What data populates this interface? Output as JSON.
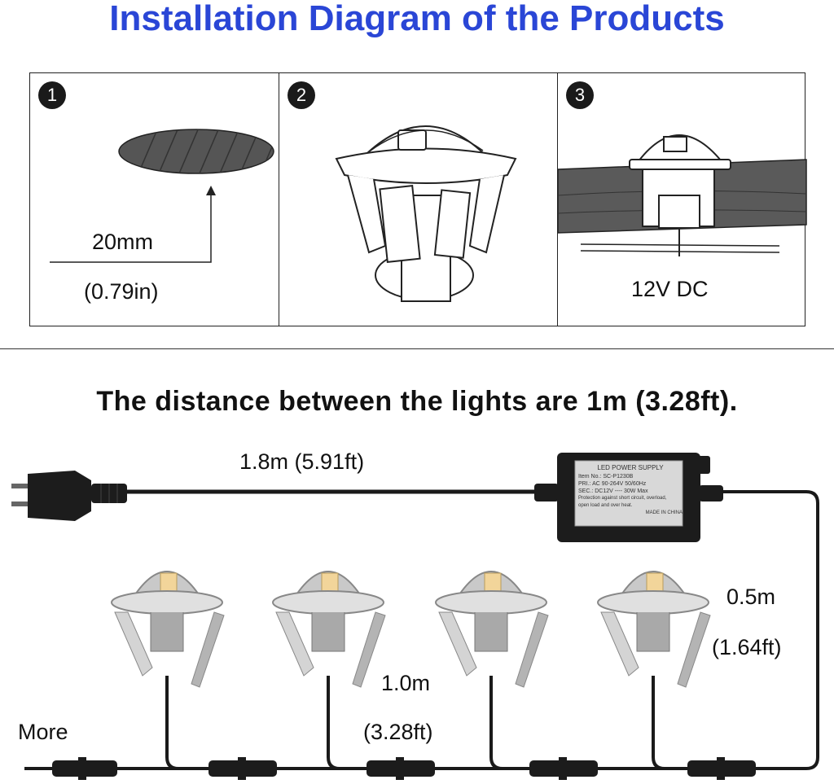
{
  "title": "Installation Diagram of the Products",
  "panels": [
    {
      "number": "1",
      "label_top": "20mm",
      "label_bottom": "(0.79in)"
    },
    {
      "number": "2"
    },
    {
      "number": "3",
      "label": "12V DC"
    }
  ],
  "subtitle": "The distance between the lights are 1m (3.28ft).",
  "wiring": {
    "cable_length": "1.8m (5.91ft)",
    "branch_length": "0.5m",
    "branch_length_ft": "(1.64ft)",
    "spacing_length": "1.0m",
    "spacing_length_ft": "(3.28ft)",
    "more_label": "More"
  },
  "power_supply": {
    "title": "LED POWER SUPPLY",
    "lines": [
      "Item No.: SC-P1230B",
      "PRI.: AC 90-264V 50/60Hz",
      "SEC.: DC12V ---- 30W Max",
      "Protection against short circuit, overload,",
      "open load and over heat.",
      "MADE IN CHINA"
    ]
  },
  "colors": {
    "title": "#2a46d6",
    "cable": "#1a1a1a",
    "light_body": "#c9c9c9",
    "led": "#f2d59a"
  }
}
